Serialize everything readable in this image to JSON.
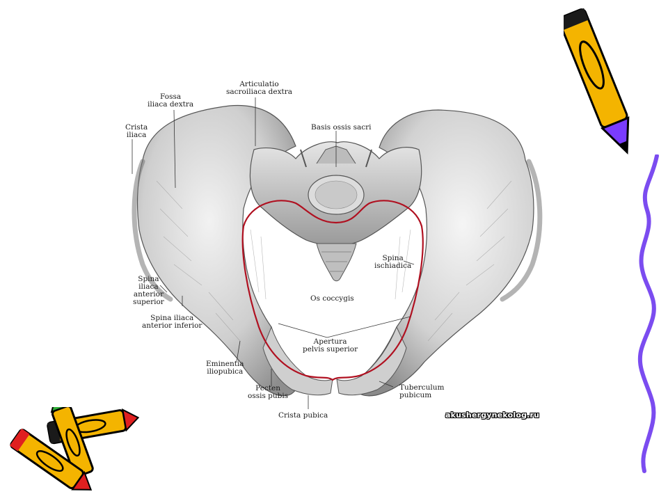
{
  "labels": {
    "articulatio": "Articulatio\nsacroiliaca dextra",
    "fossa": "Fossa\niliaca dextra",
    "crista_iliaca": "Crista\niliaca",
    "basis": "Basis ossis sacri",
    "spina_ischiadica": "Spina\nischiadica",
    "spina_iliaca_anterior_superior": "Spina\niliaca\nanterior\nsuperior",
    "spina_iliaca_anterior_inferior": "Spina iliaca\nanterior inferior",
    "os_coccygis": "Os coccygis",
    "apertura": "Apertura\npelvis superior",
    "eminentia": "Eminentia\niliopubica",
    "pecten": "Pecten\nossis pubis",
    "tuberculum": "Tuberculum\npubicum",
    "crista_pubica": "Crista pubica"
  },
  "watermark": "akushergynekolog.ru",
  "colors": {
    "pelvic_inlet_outline": "#b01020",
    "bone_fill": "#d9d9d9",
    "squiggle": "#7b4cf0",
    "crayon_yellow": "#f4b400",
    "crayon_purple": "#7a3cff",
    "crayon_red": "#e02020",
    "crayon_green": "#2fae3a"
  },
  "decorations": [
    "pencil-icon",
    "crayons-icon",
    "squiggle-line"
  ]
}
